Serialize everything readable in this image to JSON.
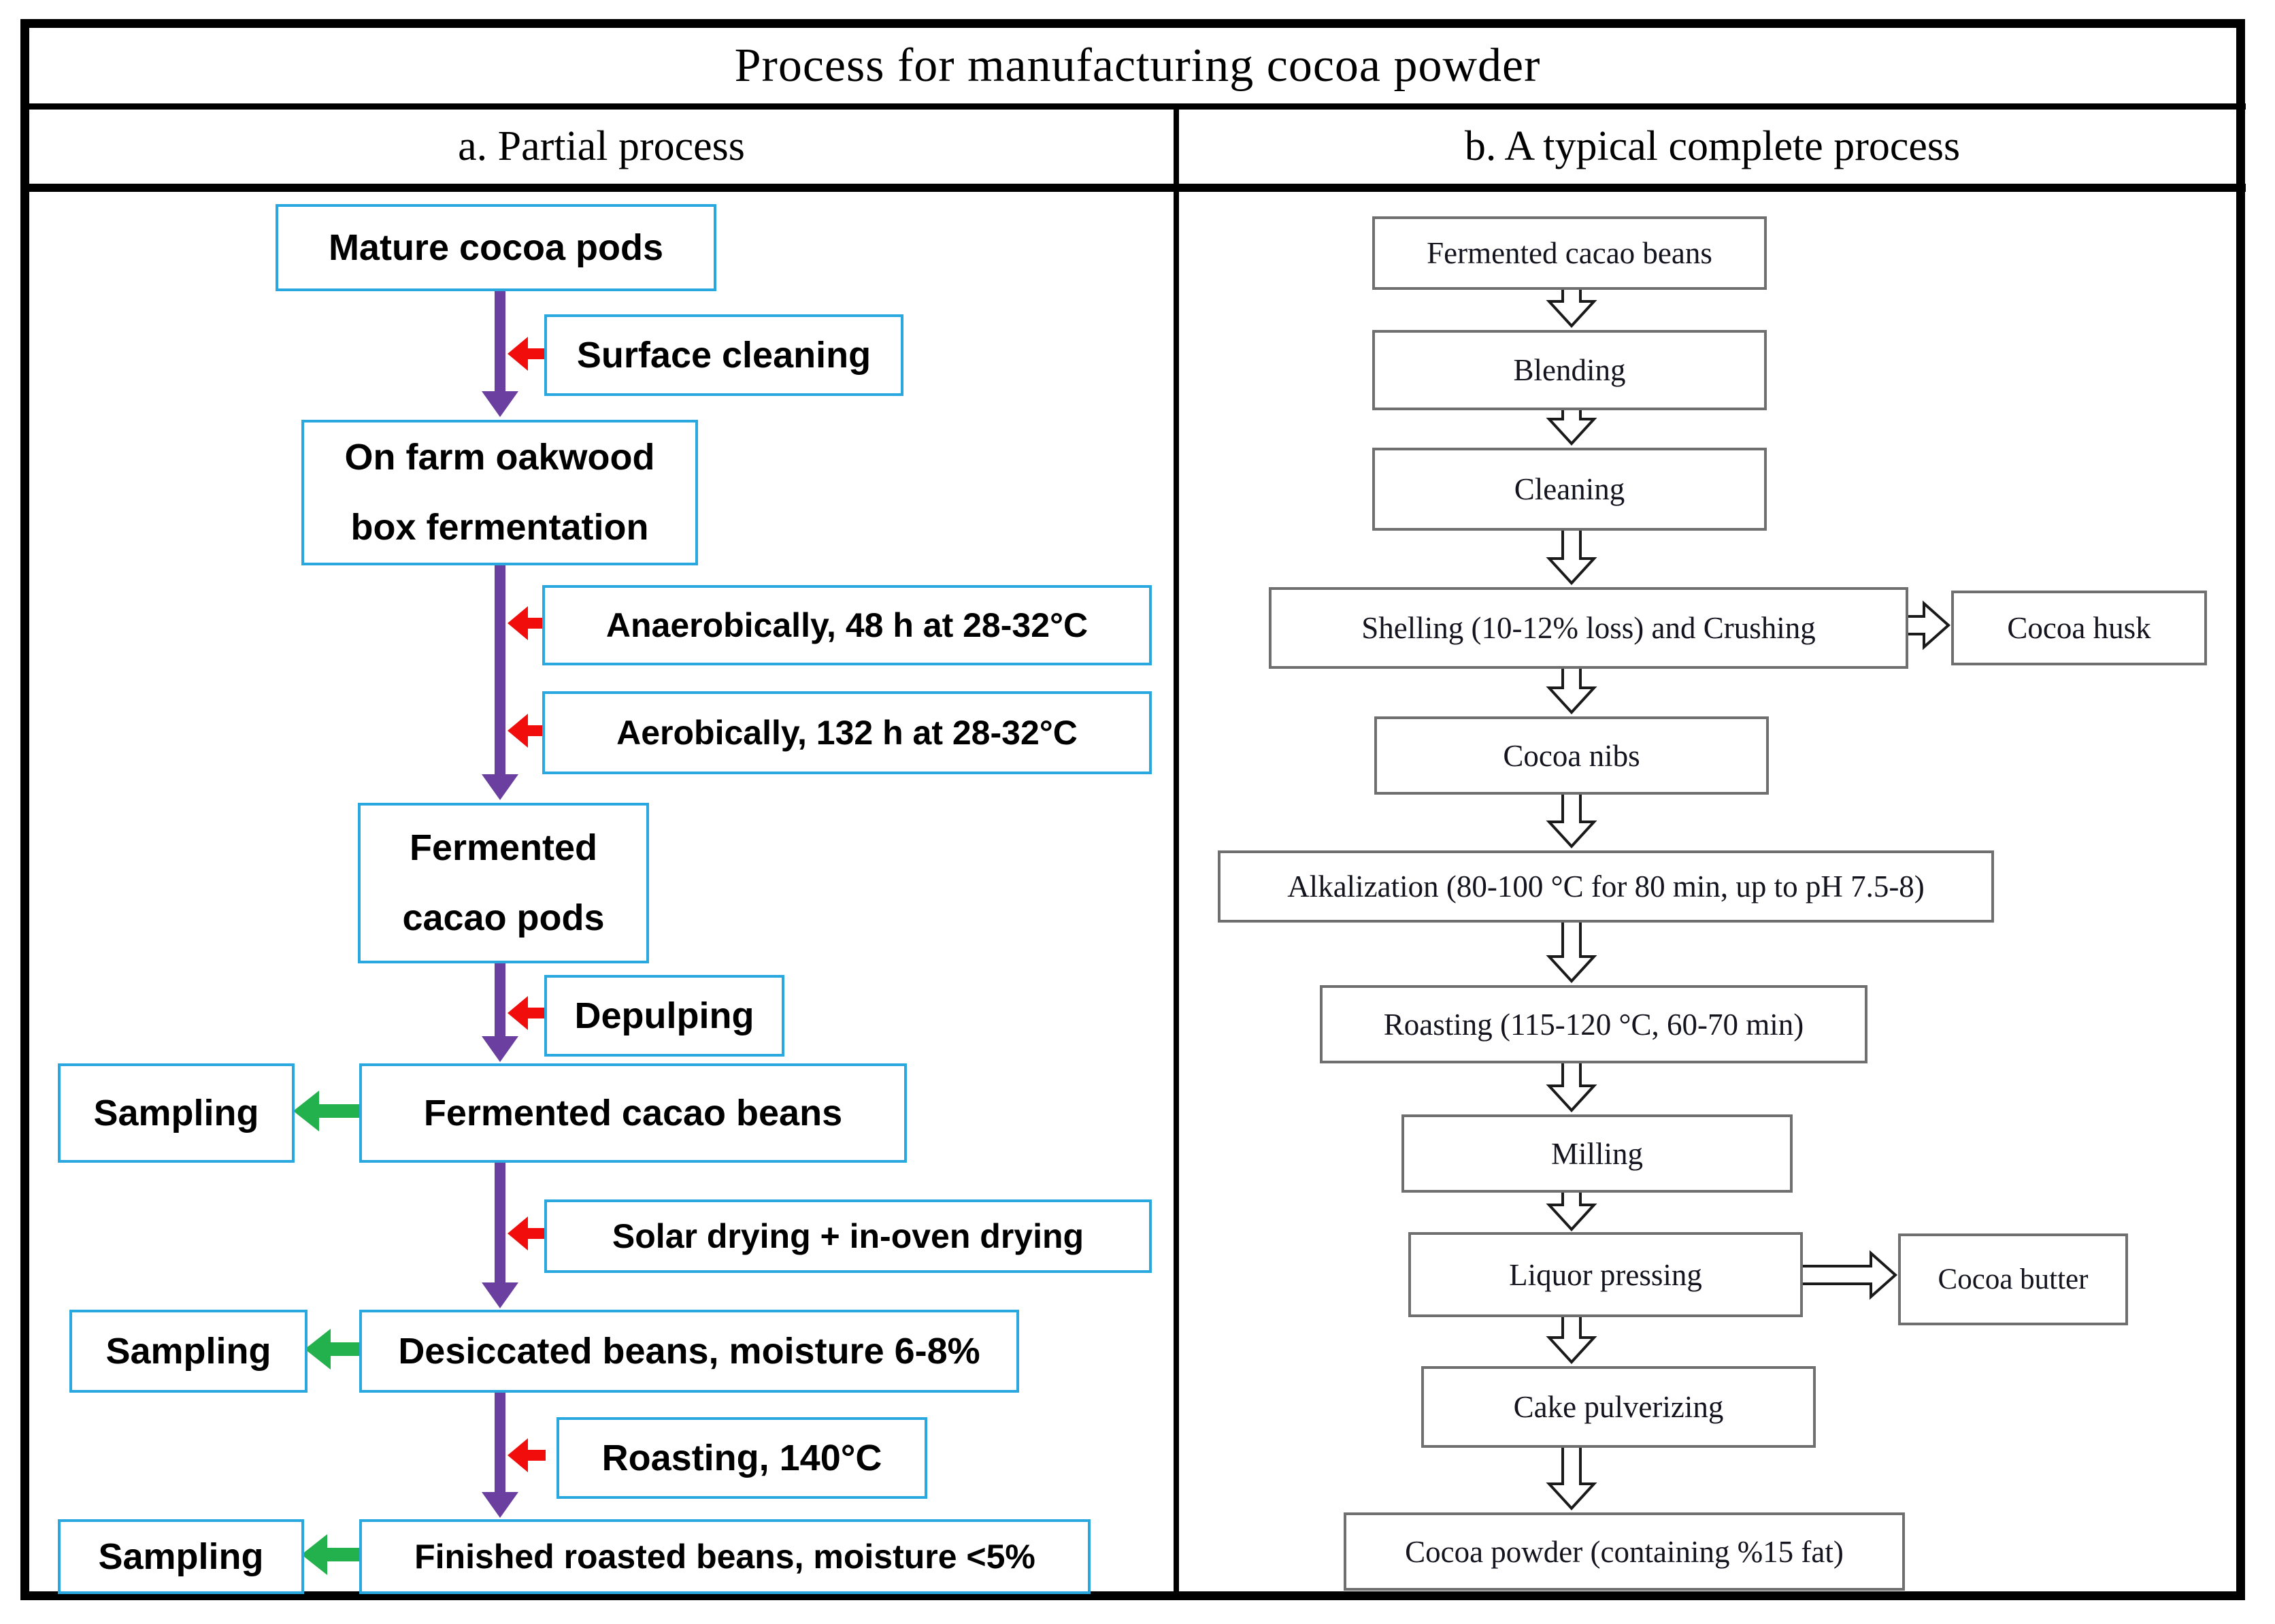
{
  "title": "Process for manufacturing cocoa powder",
  "headers": {
    "a": "a. Partial process",
    "b": "b. A typical complete process"
  },
  "partial": {
    "mature": "Mature cocoa pods",
    "surface_cleaning": "Surface cleaning",
    "onfarm_lines": [
      "On farm oakwood",
      "box fermentation"
    ],
    "anaerobic": "Anaerobically, 48 h at 28-32°C",
    "aerobic": "Aerobically, 132 h at 28-32°C",
    "fermented_pods_lines": [
      "Fermented",
      "cacao pods"
    ],
    "depulping": "Depulping",
    "sampling1": "Sampling",
    "fermented_beans": "Fermented cacao beans",
    "solar_drying": "Solar drying + in-oven drying",
    "sampling2": "Sampling",
    "desiccated": "Desiccated beans, moisture 6-8%",
    "roasting": "Roasting, 140°C",
    "sampling3": "Sampling",
    "finished": "Finished roasted beans, moisture <5%"
  },
  "complete": {
    "fermented_beans": "Fermented cacao beans",
    "blending": "Blending",
    "cleaning": "Cleaning",
    "shelling": "Shelling (10-12% loss) and Crushing",
    "cocoa_husk": "Cocoa husk",
    "cocoa_nibs": "Cocoa nibs",
    "alkalization": "Alkalization (80-100 °C for 80 min, up to pH 7.5-8)",
    "roasting": "Roasting (115-120 °C, 60-70 min)",
    "milling": "Milling",
    "liquor_pressing": "Liquor pressing",
    "cocoa_butter": "Cocoa butter",
    "cake_pulverizing": "Cake pulverizing",
    "cocoa_powder": "Cocoa powder (containing %15 fat)"
  },
  "colors": {
    "frame": "#000000",
    "box_border_partial": "#29a8e0",
    "box_border_complete": "#6f6f6f",
    "arrow_main": "#6b3fa0",
    "arrow_input": "#f20d0d",
    "arrow_sampling": "#22b14c"
  }
}
